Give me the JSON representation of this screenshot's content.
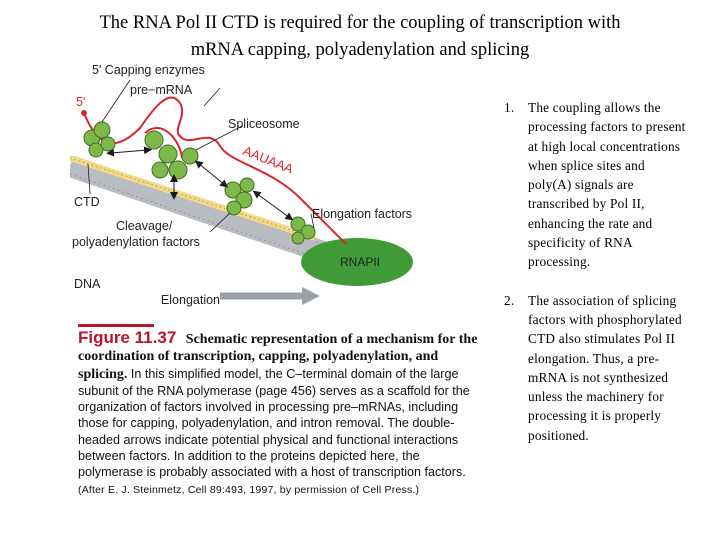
{
  "title": {
    "line1": "The RNA Pol II CTD is required for the coupling of transcription with",
    "line2": "mRNA capping, polyadenylation and splicing"
  },
  "figure": {
    "labels": {
      "capping_enzymes": "5' Capping enzymes",
      "pre_mrna": "pre−mRNA",
      "five_prime": "5'",
      "spliceosome": "Spliceosome",
      "aauaaa": "AAUAAA",
      "ctd": "CTD",
      "elongation_factors": "Elongation factors",
      "cleavage_line1": "Cleavage/",
      "cleavage_line2": "polyadenylation factors",
      "rnapii": "RNAPII",
      "dna": "DNA",
      "elongation": "Elongation"
    },
    "colors": {
      "protein_green": "#7fb84a",
      "rnapii_green": "#3f9a37",
      "mrna_red": "#d9252e",
      "ctd_yellow": "#f2d98a",
      "dna_gray": "#b9bcc0",
      "arrow_gray": "#9aa0a5"
    }
  },
  "caption": {
    "figure_label": "Figure 11.37",
    "figure_title": "Schematic representation of a mechanism for the coordination of transcription, capping, polyadenylation, and splicing.",
    "body": "In this simplified model, the C–terminal domain of the large subunit of the RNA polymerase (page 456) serves as a scaffold for the organization of factors involved in processing pre–mRNAs, including those for capping, polyadenylation, and intron removal. The double-headed arrows indicate potential physical and functional interactions between factors. In addition to the proteins depicted here, the polymerase is probably associated with a host of transcription factors.",
    "credit": "(After E. J. Steinmetz, Cell 89:493, 1997, by permission of Cell Press.)"
  },
  "notes": [
    {
      "number": "1.",
      "text": "The coupling allows the processing factors to present at high local concentrations when splice sites and poly(A) signals are transcribed by Pol II, enhancing the rate and specificity of RNA processing."
    },
    {
      "number": "2.",
      "text": "The association of splicing factors with phosphorylated CTD also stimulates Pol II elongation. Thus, a pre-mRNA is not synthesized unless the machinery for processing it is properly positioned."
    }
  ]
}
